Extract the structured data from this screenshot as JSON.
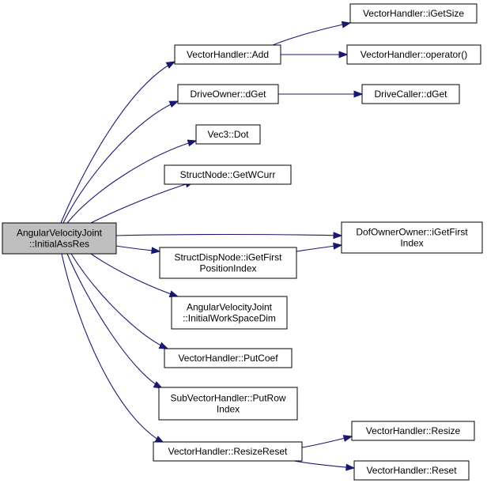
{
  "graph": {
    "edge_color": "#191970",
    "root_fill": "#bfbfbf",
    "nodes": [
      {
        "id": "root",
        "lines": [
          "AngularVelocityJoint",
          "::InitialAssRes"
        ],
        "root": true
      },
      {
        "id": "vh_add",
        "lines": [
          "VectorHandler::Add"
        ]
      },
      {
        "id": "vh_igetsize",
        "lines": [
          "VectorHandler::iGetSize"
        ]
      },
      {
        "id": "vh_operator",
        "lines": [
          "VectorHandler::operator()"
        ]
      },
      {
        "id": "do_dget",
        "lines": [
          "DriveOwner::dGet"
        ]
      },
      {
        "id": "dc_dget",
        "lines": [
          "DriveCaller::dGet"
        ]
      },
      {
        "id": "vec3_dot",
        "lines": [
          "Vec3::Dot"
        ]
      },
      {
        "id": "sn_getwcurr",
        "lines": [
          "StructNode::GetWCurr"
        ]
      },
      {
        "id": "doo_igetfirst",
        "lines": [
          "DofOwnerOwner::iGetFirst",
          "Index"
        ]
      },
      {
        "id": "sdn_igetfirst",
        "lines": [
          "StructDispNode::iGetFirst",
          "PositionIndex"
        ]
      },
      {
        "id": "avj_initialwsd",
        "lines": [
          "AngularVelocityJoint",
          "::InitialWorkSpaceDim"
        ]
      },
      {
        "id": "vh_putcoef",
        "lines": [
          "VectorHandler::PutCoef"
        ]
      },
      {
        "id": "svh_putrowindex",
        "lines": [
          "SubVectorHandler::PutRow",
          "Index"
        ]
      },
      {
        "id": "vh_resizereset",
        "lines": [
          "VectorHandler::ResizeReset"
        ]
      },
      {
        "id": "vh_resize",
        "lines": [
          "VectorHandler::Resize"
        ]
      },
      {
        "id": "vh_reset",
        "lines": [
          "VectorHandler::Reset"
        ]
      }
    ],
    "edges": [
      {
        "from": "root",
        "to": "vh_add"
      },
      {
        "from": "root",
        "to": "do_dget"
      },
      {
        "from": "root",
        "to": "vec3_dot"
      },
      {
        "from": "root",
        "to": "sn_getwcurr"
      },
      {
        "from": "root",
        "to": "doo_igetfirst"
      },
      {
        "from": "root",
        "to": "sdn_igetfirst"
      },
      {
        "from": "root",
        "to": "avj_initialwsd"
      },
      {
        "from": "root",
        "to": "vh_putcoef"
      },
      {
        "from": "root",
        "to": "svh_putrowindex"
      },
      {
        "from": "root",
        "to": "vh_resizereset"
      },
      {
        "from": "vh_add",
        "to": "vh_igetsize"
      },
      {
        "from": "vh_add",
        "to": "vh_operator"
      },
      {
        "from": "do_dget",
        "to": "dc_dget"
      },
      {
        "from": "sdn_igetfirst",
        "to": "doo_igetfirst"
      },
      {
        "from": "vh_resizereset",
        "to": "vh_resize"
      },
      {
        "from": "vh_resizereset",
        "to": "vh_reset"
      }
    ]
  }
}
